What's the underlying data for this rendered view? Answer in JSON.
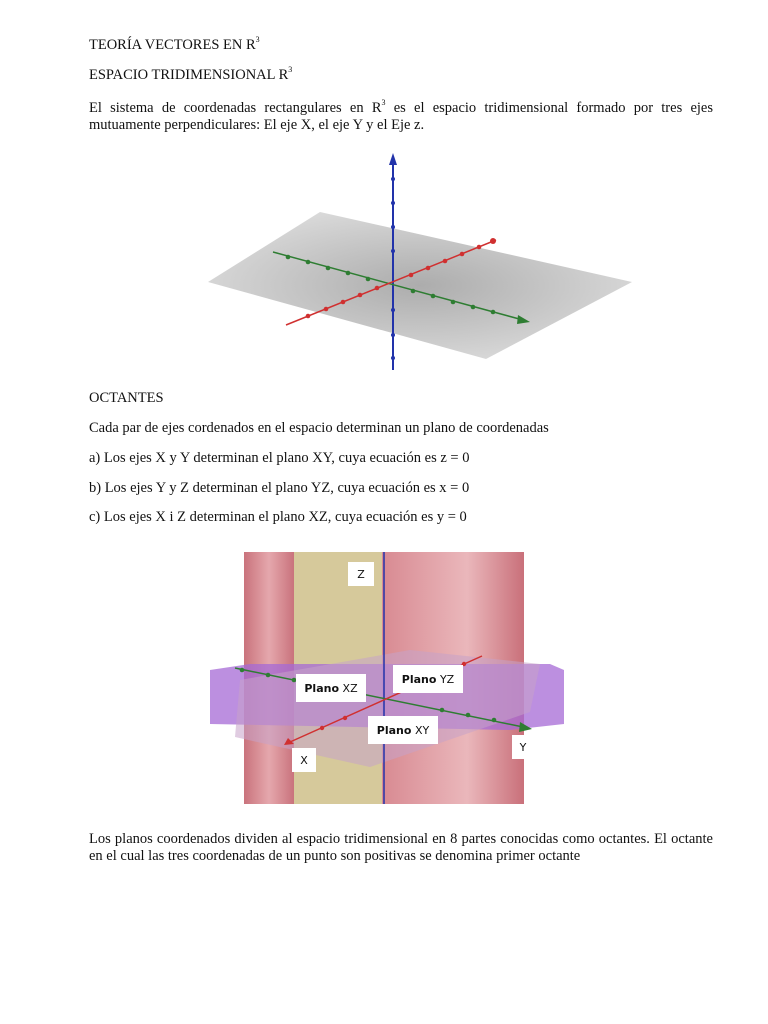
{
  "heading1": {
    "text": "TEORÍA VECTORES EN R",
    "sup": "3"
  },
  "heading2": {
    "text": "ESPACIO TRIDIMENSIONAL R",
    "sup": "3"
  },
  "intro": {
    "before": "El sistema de coordenadas rectangulares en R",
    "sup": "3",
    "after": " es el espacio tridimensional formado por tres ejes mutuamente perpendiculares: El eje X, el eje Y y el Eje z."
  },
  "octantes": {
    "title": "OCTANTES",
    "intro": "Cada par de ejes cordenados en el espacio determinan un plano de coordenadas",
    "items": [
      "a) Los ejes X y Y determinan el plano XY, cuya ecuación es z = 0",
      "b) Los ejes Y y Z determinan el plano YZ, cuya ecuación es x = 0",
      "c) Los ejes X i Z determinan el plano XZ, cuya ecuación es y = 0"
    ]
  },
  "figure2": {
    "labels": {
      "z": "Z",
      "x": "X",
      "y": "Y",
      "plano_xz_word": "Plano",
      "plano_xz_name": "XZ",
      "plano_yz_word": "Plano",
      "plano_yz_name": "YZ",
      "plano_xy_word": "Plano",
      "plano_xy_name": "XY"
    }
  },
  "conclusion": "Los planos coordenados dividen al espacio tridimensional en 8 partes conocidas como octantes. El octante en el cual las tres coordenadas de un punto son positivas se denomina primer octante",
  "colors": {
    "x_axis": "#d03030",
    "y_axis": "#2e7d32",
    "z_axis": "#2233aa",
    "plane_gray": "#c8c8c8",
    "plane_purple": "#9b59d0",
    "plane_red": "#d9868c",
    "plane_yellow": "#d4c79a"
  }
}
